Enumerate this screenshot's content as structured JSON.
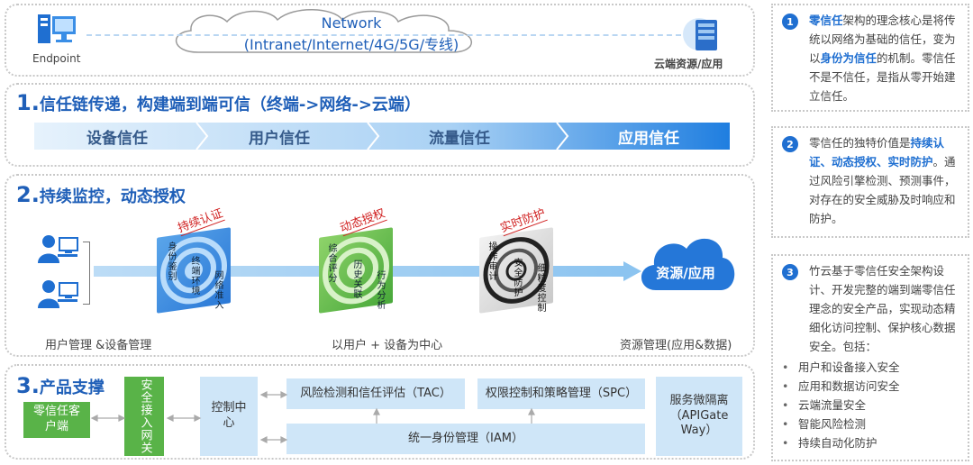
{
  "top": {
    "network": "Network",
    "network_sub": "(Intranet/Internet/4G/5G/专线)",
    "endpoint": "Endpoint",
    "cloud": "云端资源/应用"
  },
  "section1": {
    "num": "1.",
    "title": "信任链传递，构建端到端可信（终端->网络->云端）",
    "chevrons": [
      "设备信任",
      "用户信任",
      "流量信任",
      "应用信任"
    ]
  },
  "section2": {
    "num": "2.",
    "title": "持续监控，动态授权",
    "card1": {
      "tag": "持续认证",
      "t1": "身份鉴别",
      "t2": "终端环境",
      "t3": "网络准入"
    },
    "card2": {
      "tag": "动态授权",
      "t1": "综合评分",
      "t2": "历史关联",
      "t3": "行为分析"
    },
    "card3": {
      "tag": "实时防护",
      "t1": "操作审计",
      "t2": "安全防护",
      "t3": "细粒度控制"
    },
    "resource": "资源/应用",
    "label_left": "用户管理 &设备管理",
    "label_mid": "以用户 + 设备为中心",
    "label_right": "资源管理(应用&数据)"
  },
  "section3": {
    "num": "3.",
    "title": "产品支撑",
    "client": "零信任客户端",
    "gateway": "安全接入网关",
    "control": "控制中心",
    "tac": "风险检测和信任评估（TAC）",
    "spc": "权限控制和策略管理（SPC）",
    "iam": "统一身份管理（IAM）",
    "api": "服务微隔离（APIGate Way）"
  },
  "right": {
    "b1": {
      "n": "1",
      "hl1": "零信任",
      "t1": "架构的理念核心是将传统以网络为基础的信任，变为以",
      "hl2": "身份为信任",
      "t2": "的机制。零信任不是不信任，是指从零开始建立信任。"
    },
    "b2": {
      "n": "2",
      "t1": "零信任的独特价值是",
      "hl1": "持续认证、动态授权、实时防护",
      "t2": "。通过风险引擎检测、预测事件，对存在的安全威胁及时响应和防护。"
    },
    "b3": {
      "n": "3",
      "t1": "竹云基于零信任安全架构设计、开发完整的端到端零信任理念的安全产品，实现动态精细化访问控制、保护核心数据安全。包括：",
      "items": [
        "用户和设备接入安全",
        "应用和数据访问安全",
        "云端流量安全",
        "智能风险检测",
        "持续自动化防护"
      ]
    }
  },
  "colors": {
    "accent": "#1f6fd1",
    "green": "#59b348",
    "lightblue": "#cfe6f8"
  }
}
